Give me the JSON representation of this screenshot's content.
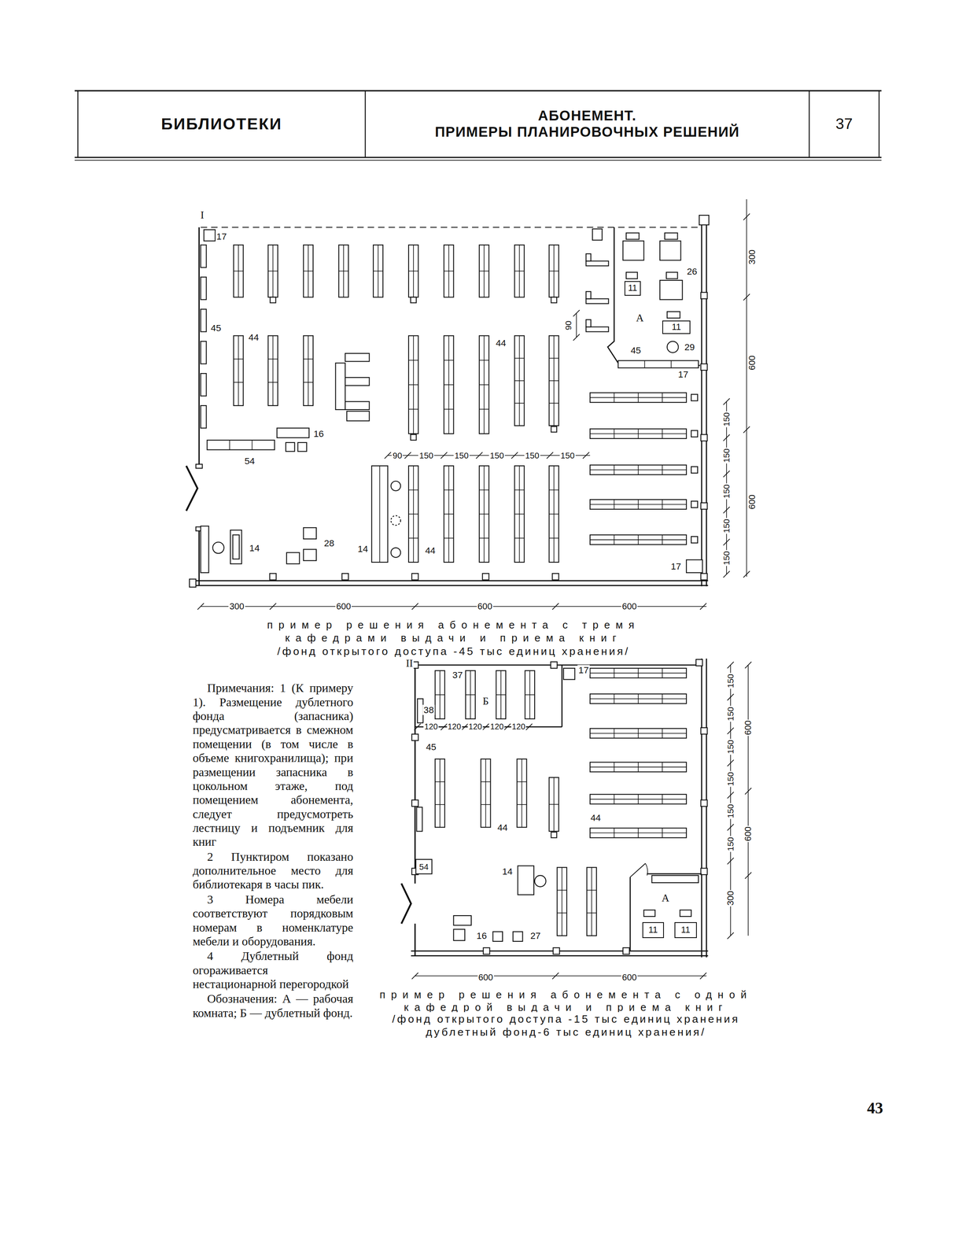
{
  "diagram": {
    "nodes": [
      {
        "text": [
          "БИБЛИОТЕКИ"
        ]
      },
      {
        "text": [
          "АБОНЕМЕНТ.",
          "ПРИМЕРЫ ПЛАНИРОВОЧНЫХ РЕШЕНИЙ"
        ]
      },
      {
        "text": [
          "37"
        ]
      },
      {
        "text": [
          "11"
        ]
      },
      {
        "text": [
          "11"
        ]
      },
      {
        "text": [
          "11"
        ]
      },
      {
        "text": [
          "11"
        ]
      }
    ],
    "labels": [
      "I",
      "17",
      "45",
      "44",
      "44",
      "90",
      "26",
      "А",
      "45",
      "29",
      "17",
      "16",
      "54",
      "90",
      "150",
      "150",
      "150",
      "150",
      "150",
      "14",
      "28",
      "14",
      "44",
      "17",
      "300",
      "600",
      "600",
      "600",
      "300",
      "600",
      "600",
      "150",
      "150",
      "150",
      "150",
      "150",
      "пример решения абонемента с тремя кафедрами выдачи и приема книг",
      "/фонд открытого доступа -45 тыс единиц хранения/",
      "II",
      "37",
      "Б",
      "17",
      "38",
      "120",
      "120",
      "120",
      "120",
      "120",
      "45",
      "44",
      "44",
      "54",
      "14",
      "А",
      "16",
      "27",
      "600",
      "600",
      "150",
      "150",
      "150",
      "150",
      "150",
      "150",
      "300",
      "600",
      "600",
      "пример решения абонемента с одной кафедрой выдачи и приема книг",
      "/фонд открытого доступа -15 тыс единиц хранения дублетный фонд-6 тыс единиц хранения/",
      "Примечания: 1 (К примеру 1). Размещение дублетного фонда (запасника) предусматривается в смежном помещении (в том числе в объеме книгохранилища); при размещении запасника в цокольном этаже, под помещением абонемента, следует предусмотреть лестницу и подъемник для книг",
      "2 Пунктиром показано дополнительное место для библиотекаря в часы пик.",
      "3 Номера мебели соответствуют порядковым номерам в номенклатуре мебели и оборудования.",
      "4 Дублетный фонд огораживается нестационарной перегородкой",
      "Обозначения: А — рабочая комната; Б — дублетный фонд.",
      "43"
    ]
  }
}
